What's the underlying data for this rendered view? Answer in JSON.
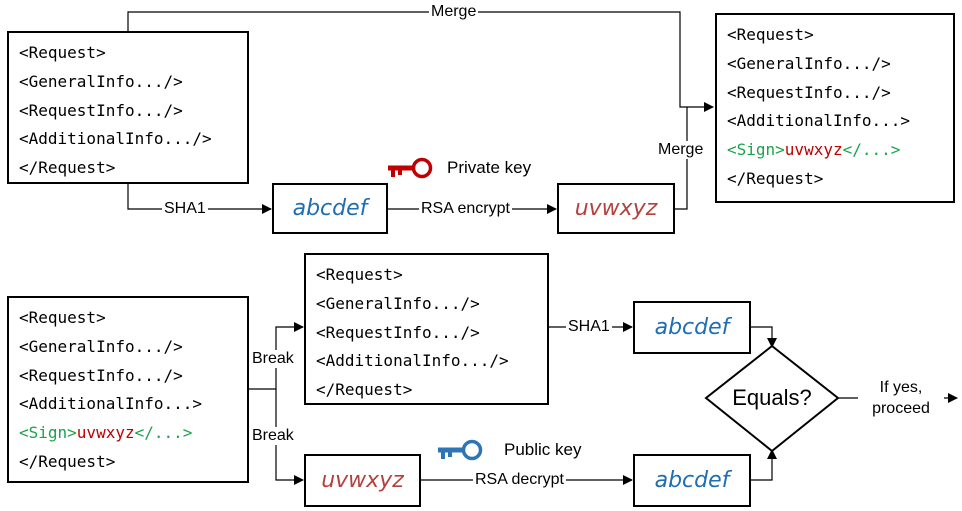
{
  "signing": {
    "request_lines": [
      "<Request>",
      "<GeneralInfo.../>",
      "<RequestInfo.../>",
      "<AdditionalInfo.../>",
      "</Request>"
    ],
    "merge_top_label": "Merge",
    "merge_side_label": "Merge",
    "sha1_label": "SHA1",
    "hash_value": "abcdef",
    "rsa_encrypt_label": "RSA encrypt",
    "signature_value": "uvwxyz",
    "private_key_label": "Private key",
    "signed_request_lines": [
      "<Request>",
      "<GeneralInfo.../>",
      "<RequestInfo.../>",
      "<AdditionalInfo...>"
    ],
    "signed_sign_open": "<Sign>",
    "signed_sign_value": "uvwxyz",
    "signed_sign_close": "</...>",
    "signed_request_close": "</Request>"
  },
  "verification": {
    "request_lines": [
      "<Request>",
      "<GeneralInfo.../>",
      "<RequestInfo.../>",
      "<AdditionalInfo...>"
    ],
    "sign_open": "<Sign>",
    "sign_value": "uvwxyz",
    "sign_close": "</...>",
    "request_close": "</Request>",
    "break_top_label": "Break",
    "break_bottom_label": "Break",
    "stripped_request_lines": [
      "<Request>",
      "<GeneralInfo.../>",
      "<RequestInfo.../>",
      "<AdditionalInfo.../>",
      "</Request>"
    ],
    "sha1_label": "SHA1",
    "computed_hash": "abcdef",
    "signature_value": "uvwxyz",
    "rsa_decrypt_label": "RSA decrypt",
    "public_key_label": "Public key",
    "decrypted_hash": "abcdef",
    "equals_label": "Equals?",
    "result_line1": "If yes,",
    "result_line2": "proceed"
  },
  "colors": {
    "private_key": "#c00000",
    "public_key": "#2e75b6",
    "hash_text": "#1f6db5",
    "signature_text": "#b5413f",
    "sign_tag": "#1aa34a"
  },
  "icons": {
    "private_key": "key-icon",
    "public_key": "key-icon"
  }
}
